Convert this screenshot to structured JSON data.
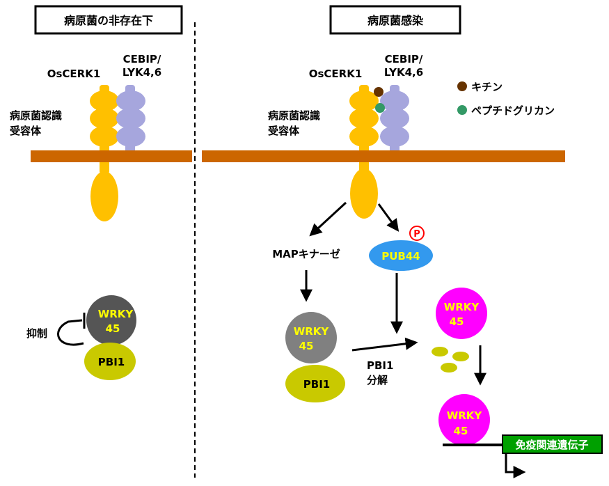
{
  "panels": {
    "left_title": "病原菌の非存在下",
    "right_title": "病原菌感染"
  },
  "labels": {
    "oscerk1": "OsCERK1",
    "cebip_line1": "CEBIP/",
    "cebip_line2": "LYK4,6",
    "receptor_line1": "病原菌認識",
    "receptor_line2": "受容体",
    "inhibition": "抑制",
    "map_kinase": "MAPキナーゼ",
    "pub44": "PUB44",
    "phospho": "P",
    "wrky_line1": "WRKY",
    "wrky_line2": "45",
    "pbi1": "PBI1",
    "pbi1_degradation_line1": "PBI1",
    "pbi1_degradation_line2": "分解",
    "immune_genes": "免疫関連遺伝子"
  },
  "legend": {
    "chitin": "キチン",
    "peptidoglycan": "ペプチドグリカン"
  },
  "colors": {
    "membrane": "#cc6600",
    "oscerk1": "#ffc000",
    "cebip": "#a6a6dd",
    "wrky_inactive": "#555555",
    "wrky_active_gray": "#808080",
    "wrky_magenta": "#ff00ff",
    "wrky_text": "#ffff00",
    "pbi1": "#c9c900",
    "pub44": "#3399ee",
    "chitin": "#663300",
    "peptidoglycan": "#339966",
    "phospho": "#ff0000",
    "immune_box": "#00a000"
  }
}
